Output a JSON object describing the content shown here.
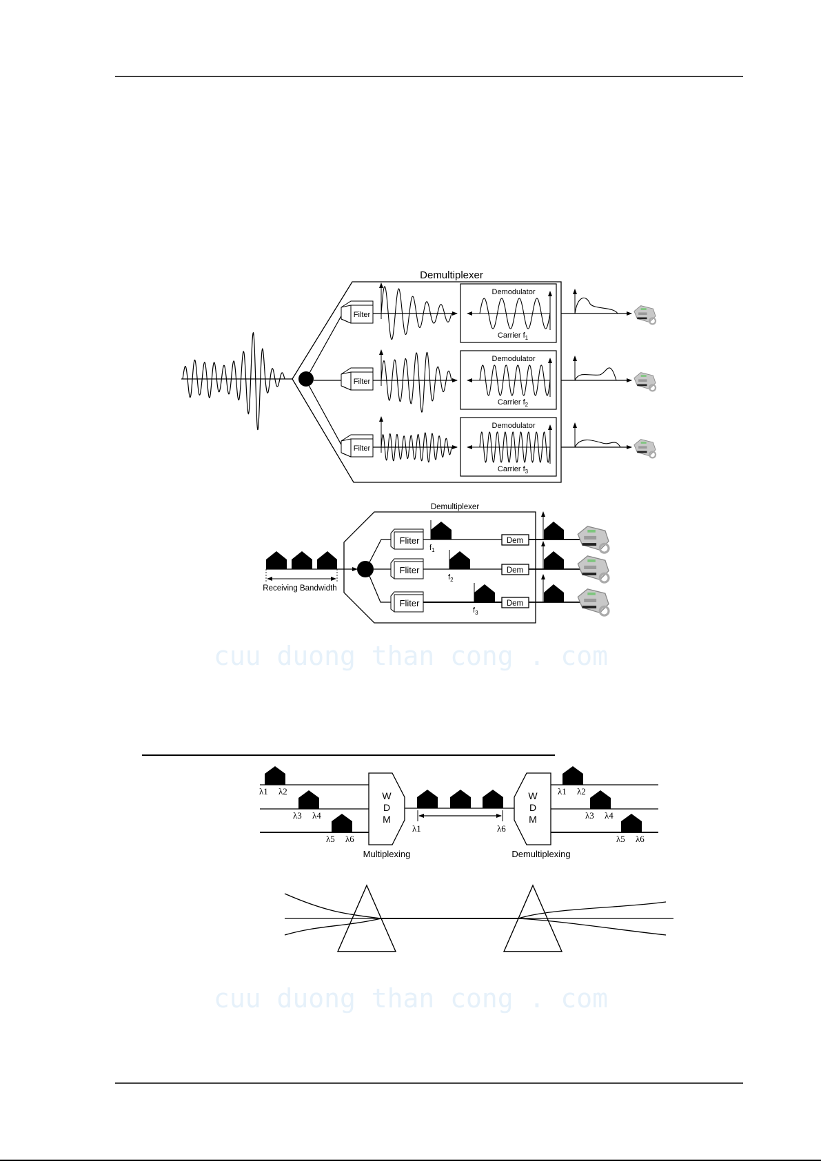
{
  "page": {
    "watermark": "cuu duong than cong . com"
  },
  "figure1": {
    "title": "Demultiplexer",
    "filter_label": "Filter",
    "demodulator_label": "Demodulator",
    "carriers": [
      {
        "label": "Carrier f",
        "sub": "1",
        "cycles": 4
      },
      {
        "label": "Carrier f",
        "sub": "2",
        "cycles": 6
      },
      {
        "label": "Carrier f",
        "sub": "3",
        "cycles": 9
      }
    ],
    "output_icon": "telephone-icon"
  },
  "figure2": {
    "title": "Demultiplexer",
    "input_caption": "Receiving Bandwidth",
    "filter_label": "Fliter",
    "dem_label": "Dem",
    "channels": [
      {
        "label": "f",
        "sub": "1"
      },
      {
        "label": "f",
        "sub": "2"
      },
      {
        "label": "f",
        "sub": "3"
      }
    ],
    "output_icon": "telephone-icon"
  },
  "figure3": {
    "wdm_letters": [
      "W",
      "D",
      "M"
    ],
    "mux_caption": "Multiplexing",
    "demux_caption": "Demultiplexing",
    "pairs": [
      {
        "a": "λ1",
        "b": "λ2"
      },
      {
        "a": "λ3",
        "b": "λ4"
      },
      {
        "a": "λ5",
        "b": "λ6"
      }
    ],
    "band_start": "λ1",
    "band_end": "λ6"
  },
  "figure4": {
    "element": "prism-icon"
  },
  "colors": {
    "ink": "#000000",
    "watermark": "#e6f1fa",
    "phone": "#c8c8c8"
  }
}
